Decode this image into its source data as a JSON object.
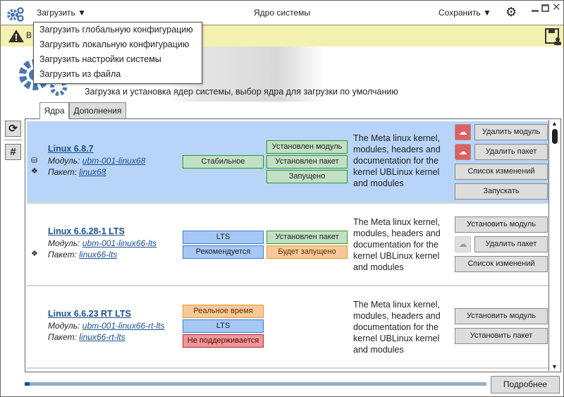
{
  "titlebar": {
    "load_label": "Загрузить",
    "title": "Ядро системы",
    "save_label": "Сохранить"
  },
  "load_menu": [
    "Загрузить глобальную конфигурацию",
    "Загрузить локальную конфигурацию",
    "Загрузить настройки системы",
    "Загрузить из файла"
  ],
  "warning": {
    "text": "В"
  },
  "banner": {
    "description": "Загрузка и установка ядер системы, выбор ядра для загрузки по умолчанию"
  },
  "tabs": [
    {
      "label": "Ядра",
      "active": true
    },
    {
      "label": "Дополнения",
      "active": false
    }
  ],
  "kernels": [
    {
      "title": "Linux 6.8.7",
      "module_label": "Модуль:",
      "module": "ubm-001-linux68",
      "package_label": "Пакет:",
      "package": "linux68",
      "selected": true,
      "tags": [
        "Стабильное"
      ],
      "status": [
        "Установлен модуль",
        "Установлен пакет",
        "Запущено"
      ],
      "description": "The Meta linux kernel, modules, headers and documentation for the kernel UBLinux kernel and modules",
      "buttons": [
        "Удалить модуль",
        "Удалить пакет",
        "Список изменений",
        "Запускать"
      ]
    },
    {
      "title": "Linux 6.6.28-1 LTS",
      "module_label": "Модуль:",
      "module": "ubm-001-linux66-lts",
      "package_label": "Пакет:",
      "package": "linux66-lts",
      "tags": [
        "LTS",
        "Рекомендуется"
      ],
      "status": [
        "Установлен пакет",
        "Будет запущено"
      ],
      "description": "The Meta linux kernel, modules, headers and documentation for the kernel UBLinux kernel and modules",
      "buttons": [
        "Установить модуль",
        "Удалить пакет",
        "Список изменений"
      ]
    },
    {
      "title": "Linux 6.6.23 RT LTS",
      "module_label": "Модуль:",
      "module": "ubm-001-linux66-rt-lts",
      "package_label": "Пакет:",
      "package": "linux66-rt-lts",
      "tags": [
        "Реальное время",
        "LTS",
        "Не поддерживается"
      ],
      "description": "The Meta linux kernel, modules, headers and documentation for the kernel UBLinux kernel and modules",
      "buttons": [
        "Установить модуль",
        "Установить пакет"
      ]
    }
  ],
  "footer": {
    "progress_percent": 1,
    "details_label": "Подробнее"
  },
  "colors": {
    "selected_row": "#b8d4f8",
    "warning_bar": "#f4f0b0",
    "accent": "#4a78b0"
  }
}
